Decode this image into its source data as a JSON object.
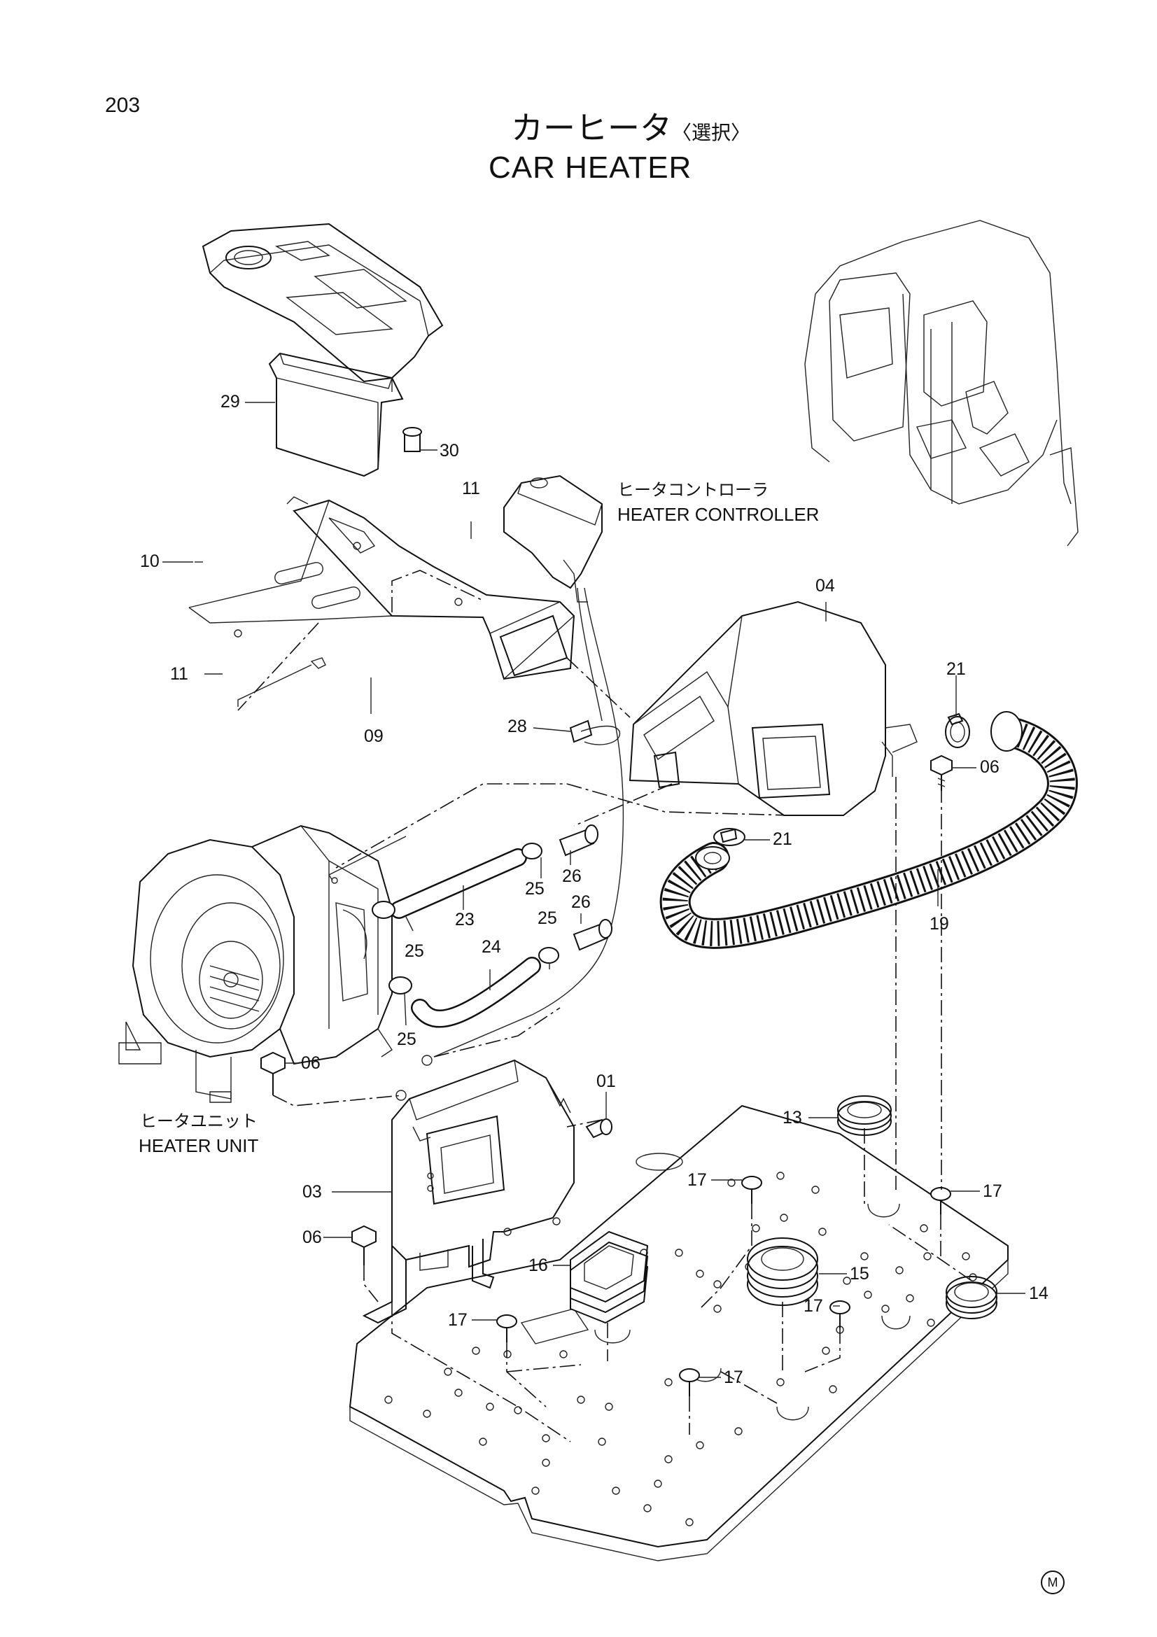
{
  "header": {
    "page_number": "203",
    "title_jp": "カーヒータ",
    "title_jp_note": "〈選択〉",
    "title_en": "CAR HEATER"
  },
  "captions": {
    "heater_controller_jp": "ヒータコントローラ",
    "heater_controller_en": "HEATER CONTROLLER",
    "heater_unit_jp": "ヒータユニット",
    "heater_unit_en": "HEATER UNIT"
  },
  "callouts": [
    {
      "id": "c29",
      "label": "29"
    },
    {
      "id": "c30",
      "label": "30"
    },
    {
      "id": "c11a",
      "label": "11"
    },
    {
      "id": "c10",
      "label": "10"
    },
    {
      "id": "c11b",
      "label": "11"
    },
    {
      "id": "c09",
      "label": "09"
    },
    {
      "id": "c28",
      "label": "28"
    },
    {
      "id": "c04",
      "label": "04"
    },
    {
      "id": "c21a",
      "label": "21"
    },
    {
      "id": "c06a",
      "label": "06"
    },
    {
      "id": "c21b",
      "label": "21"
    },
    {
      "id": "c19",
      "label": "19"
    },
    {
      "id": "c25a",
      "label": "25"
    },
    {
      "id": "c26a",
      "label": "26"
    },
    {
      "id": "c23",
      "label": "23"
    },
    {
      "id": "c25b",
      "label": "25"
    },
    {
      "id": "c25c",
      "label": "25"
    },
    {
      "id": "c26b",
      "label": "26"
    },
    {
      "id": "c24",
      "label": "24"
    },
    {
      "id": "c25d",
      "label": "25"
    },
    {
      "id": "c06b",
      "label": "06"
    },
    {
      "id": "c01",
      "label": "01"
    },
    {
      "id": "c13",
      "label": "13"
    },
    {
      "id": "c03",
      "label": "03"
    },
    {
      "id": "c17a",
      "label": "17"
    },
    {
      "id": "c17b",
      "label": "17"
    },
    {
      "id": "c06c",
      "label": "06"
    },
    {
      "id": "c16",
      "label": "16"
    },
    {
      "id": "c15",
      "label": "15"
    },
    {
      "id": "c14",
      "label": "14"
    },
    {
      "id": "c17c",
      "label": "17"
    },
    {
      "id": "c17d",
      "label": "17"
    },
    {
      "id": "c17e",
      "label": "17"
    }
  ],
  "footer_mark": "M"
}
